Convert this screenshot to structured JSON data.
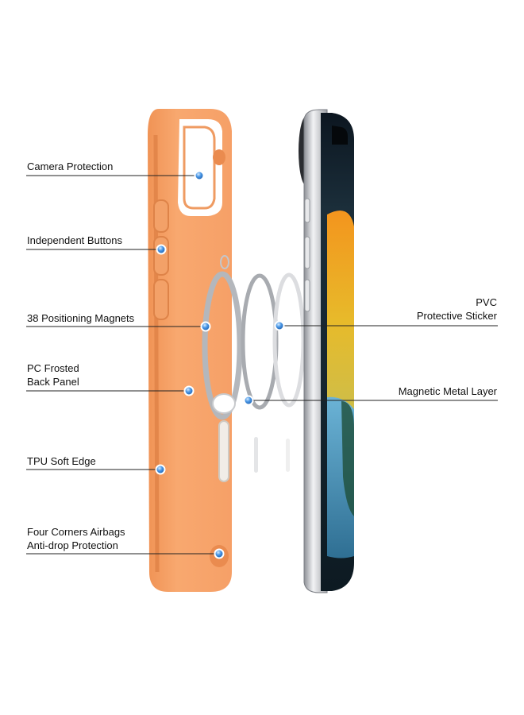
{
  "labels": {
    "camera": "Camera Protection",
    "buttons": "Independent Buttons",
    "magnets": "38 Positioning Magnets",
    "back_panel_line1": "PC Frosted",
    "back_panel_line2": "Back Panel",
    "tpu": "TPU Soft Edge",
    "airbags_line1": "Four Corners Airbags",
    "airbags_line2": "Anti-drop Protection",
    "pvc_line1": "PVC",
    "pvc_line2": "Protective Sticker",
    "metal": "Magnetic Metal Layer"
  },
  "colors": {
    "case": "#f7a46b",
    "case_dark": "#ec8f55",
    "dot": "#2f80d8",
    "leader": "#222222",
    "phone_frame": "#c9ccd1",
    "ring": "#b9bcc1"
  },
  "icons": {
    "callout_dot": "blue-dot-icon"
  }
}
